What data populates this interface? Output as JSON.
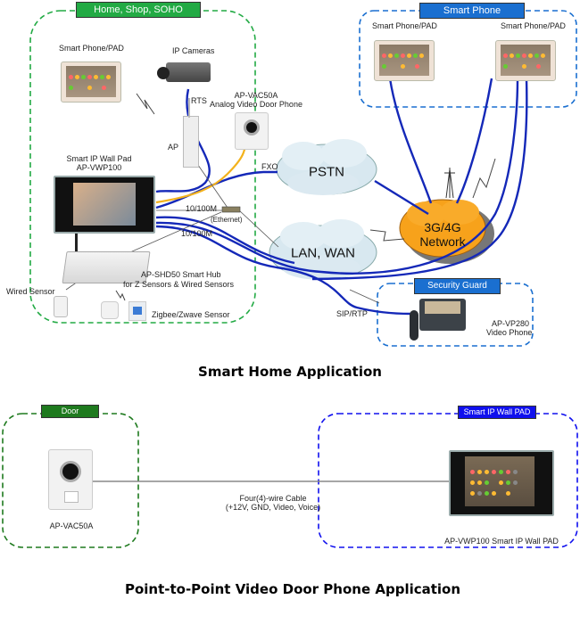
{
  "smart_home": {
    "title": "Smart Home Application",
    "zone_home": {
      "label": "Home, Shop, SOHO",
      "color": "#22aa44"
    },
    "zone_phone": {
      "label": "Smart Phone",
      "color": "#1a6fd0"
    },
    "zone_guard": {
      "label": "Security Guard",
      "color": "#1a6fd0"
    },
    "devices": {
      "phone_pad_home": "Smart Phone/PAD",
      "ip_cameras": "IP Cameras",
      "doorphone_model": "AP-VAC50A",
      "doorphone_desc": "Analog Video Door Phone",
      "ap": "AP",
      "wallpad_name": "Smart IP Wall Pad",
      "wallpad_model": "AP-VWP100",
      "hub_line1": "AP-SHD50  Smart Hub",
      "hub_line2": "for  Z Sensors & Wired Sensors",
      "wired_sensor": "Wired Sensor",
      "zigbee_sensor": "Zigbee/Zwave Sensor",
      "phone_pad_left": "Smart Phone/PAD",
      "phone_pad_right": "Smart Phone/PAD",
      "videophone_model": "AP-VP280",
      "videophone_desc": "Video Phone",
      "switch": "(Ethernet)"
    },
    "links": {
      "rts": "RTS",
      "fxo": "FXO",
      "eth1": "10/100M",
      "eth2": "10/100M",
      "sip": "SIP/RTP"
    },
    "clouds": {
      "pstn": "PSTN",
      "lan": "LAN, WAN",
      "mobile_line1": "3G/4G",
      "mobile_line2": "Network"
    }
  },
  "p2p": {
    "title": "Point-to-Point Video Door Phone Application",
    "zone_door": {
      "label": "Door",
      "color": "#1e7a1e"
    },
    "zone_wallpad": {
      "label": "Smart IP Wall PAD",
      "color": "#1010ee"
    },
    "door_model": "AP-VAC50A",
    "wallpad_caption": "AP-VWP100  Smart IP Wall PAD",
    "cable_line1": "Four(4)-wire Cable",
    "cable_line2": "(+12V, GND, Video, Voice)"
  }
}
